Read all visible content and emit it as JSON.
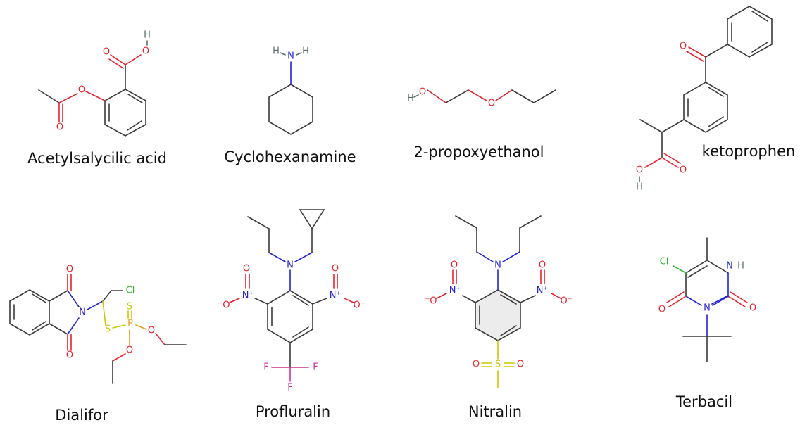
{
  "molecules": [
    {
      "name": "Acetylsalycilic acid"
    },
    {
      "name": "Cyclohexanamine"
    },
    {
      "name": "2-propoxyethanol"
    },
    {
      "name": "ketoprophen"
    },
    {
      "name": "Dialifor"
    },
    {
      "name": "Profluralin"
    },
    {
      "name": "Nitralin"
    },
    {
      "name": "Terbacil"
    }
  ],
  "atom_labels": {
    "O": "O",
    "H": "H",
    "N": "N",
    "S": "S",
    "P": "P",
    "F": "F",
    "Cl": "Cl",
    "Nplus": "N⁺",
    "Ominus": "⁻O",
    "Ominus_r": "O⁻"
  },
  "colors": {
    "carbon_bond": "#3a3a3a",
    "oxygen": "#e8232d",
    "nitrogen": "#2323d6",
    "hydrogen": "#5a6e6e",
    "sulfur": "#c8c800",
    "phosphorus": "#e89a1e",
    "fluorine": "#c83399",
    "chlorine": "#2fb82f"
  }
}
